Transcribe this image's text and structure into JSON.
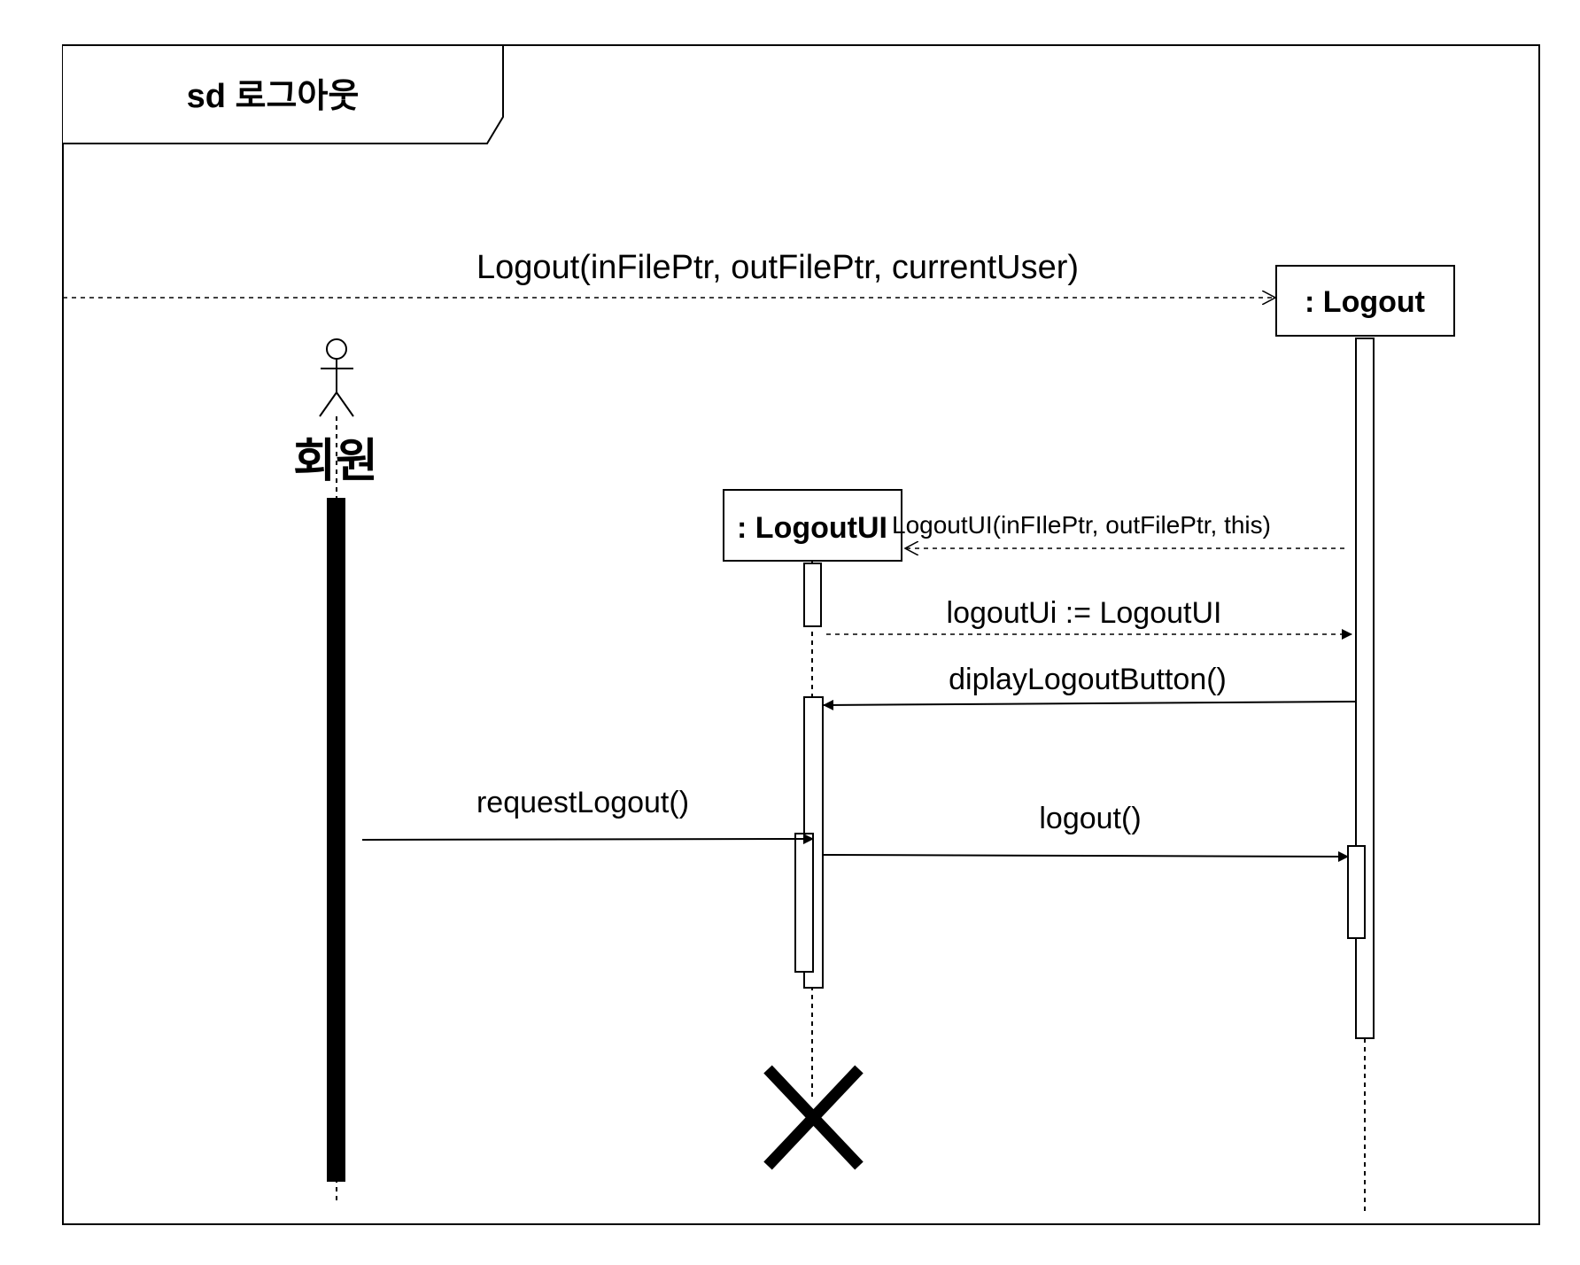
{
  "frame": {
    "title": "sd 로그아웃"
  },
  "actor": {
    "name": "회원",
    "icon": "stick-figure-icon"
  },
  "lifelines": {
    "logout": ": Logout",
    "logout_ui": ": LogoutUI"
  },
  "messages": {
    "logout_entry": "Logout(inFilePtr, outFilePtr, currentUser)",
    "create_logout_ui": "LogoutUI(inFIlePtr, outFilePtr, this)",
    "assign_logout_ui": "logoutUi := LogoutUI",
    "display_logout_button": "diplayLogoutButton()",
    "request_logout": "requestLogout()",
    "logout_call": "logout()"
  },
  "markers": {
    "destruction": "destruction-x-icon"
  }
}
